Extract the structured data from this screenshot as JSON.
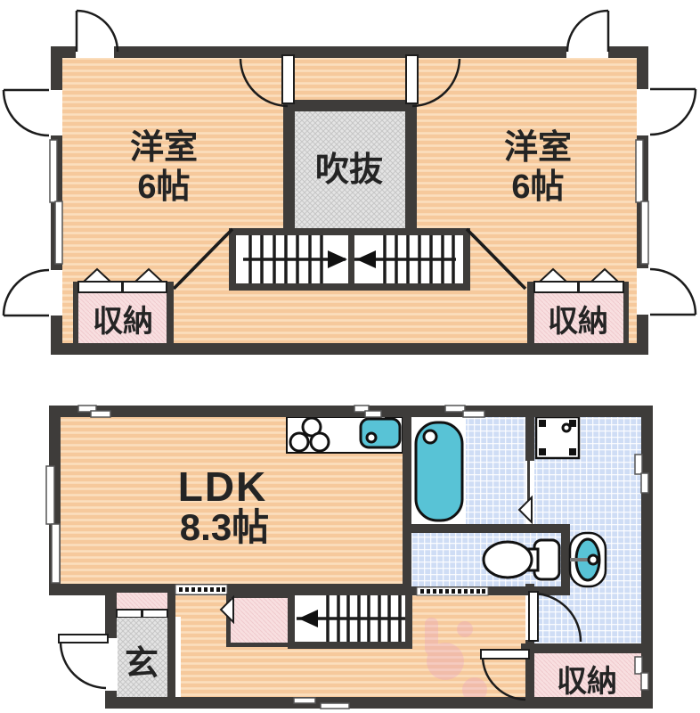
{
  "floor2": {
    "room_left": {
      "name": "洋室",
      "size": "6帖"
    },
    "room_right": {
      "name": "洋室",
      "size": "6帖"
    },
    "void_label": "吹抜",
    "closet_left_label": "収納",
    "closet_right_label": "収納"
  },
  "floor1": {
    "ldk": {
      "name": "LDK",
      "size": "8.3帖"
    },
    "entrance_label": "玄",
    "storage_label": "収納"
  },
  "colors": {
    "wall": "#3E3C3A",
    "floor_orange": "#F6C99C",
    "floor_stripe": "#FBDFBE",
    "tile_blue": "#CFDDF5",
    "fixture_teal": "#58C3D6",
    "closet_pink": "#F8DFE0",
    "void_gray": "#E4E4E4",
    "watermark_pink": "#E89FC7"
  }
}
